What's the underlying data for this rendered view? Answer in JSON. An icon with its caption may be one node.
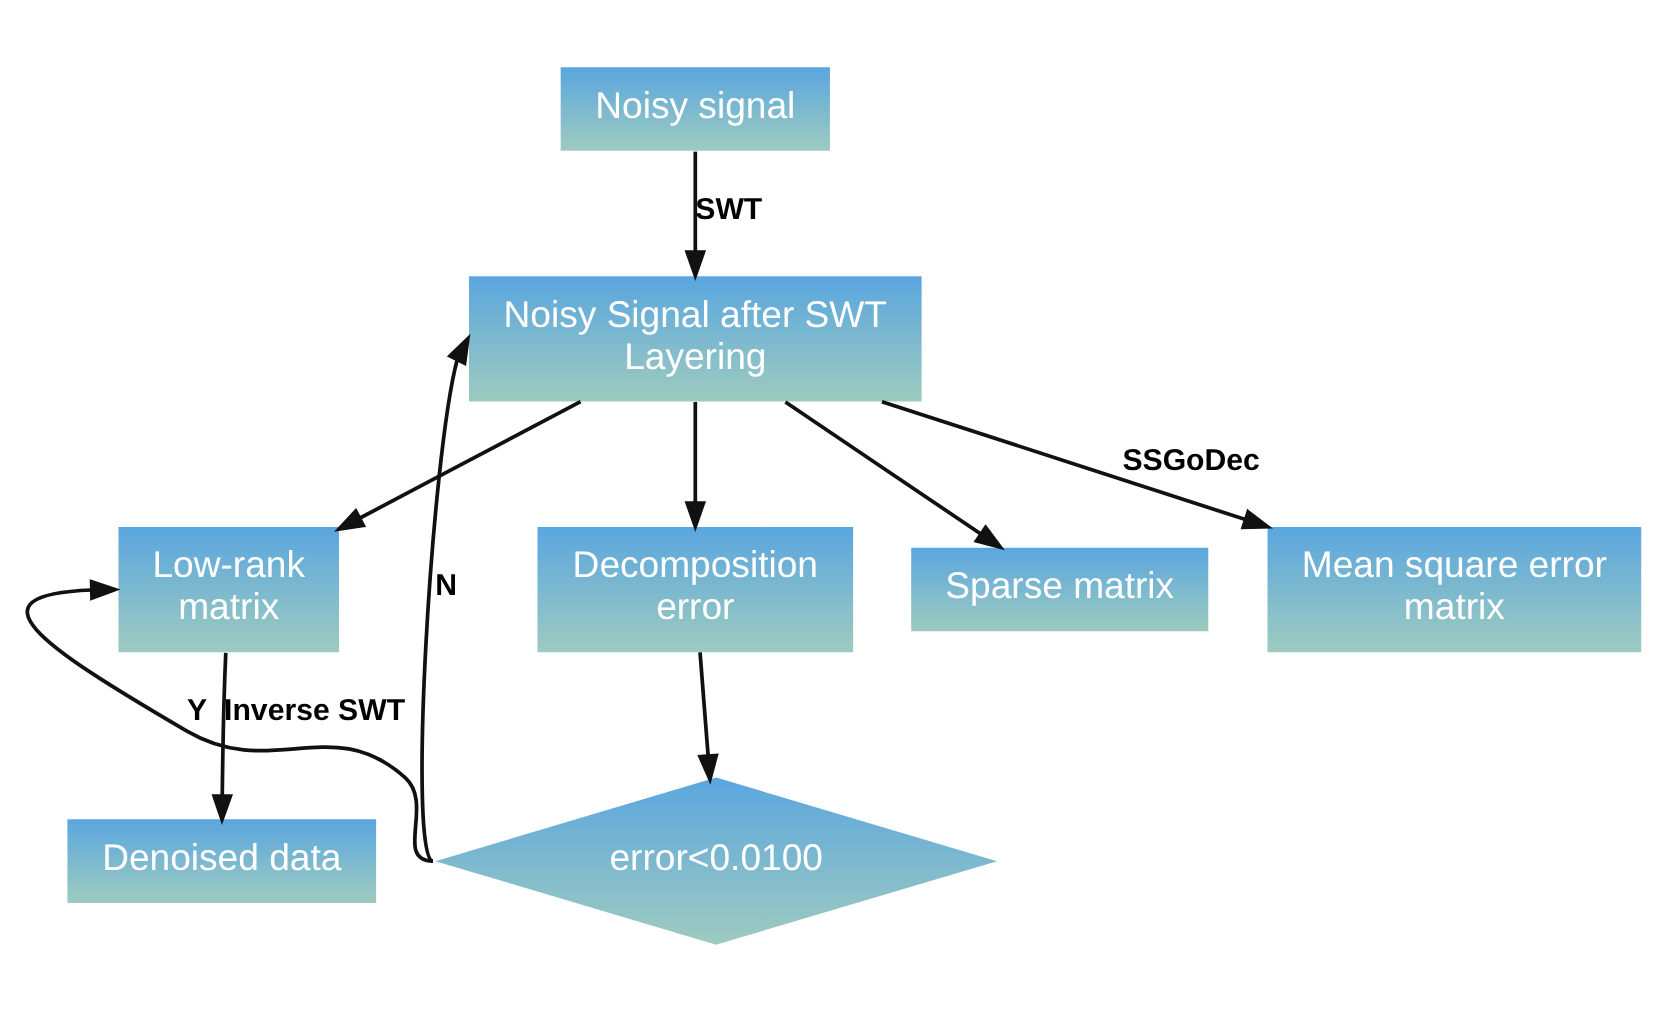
{
  "diagram": {
    "nodes": [
      {
        "text": [
          "Noisy signal"
        ]
      },
      {
        "text": [
          "Noisy Signal after SWT Layering"
        ]
      },
      {
        "text": [
          "Sparse matrix"
        ]
      },
      {
        "text": [
          "Decomposition error"
        ]
      },
      {
        "text": [
          "Mean square error matrix"
        ]
      },
      {
        "text": [
          "Low-rank matrix"
        ]
      },
      {
        "text": [
          "error<0.0100"
        ]
      },
      {
        "text": [
          "Denoised data"
        ]
      }
    ],
    "edges": [
      {
        "from": 0,
        "to": 1,
        "arrow": "to",
        "label": "SWT"
      },
      {
        "from": 1,
        "to": 2,
        "arrow": "to"
      },
      {
        "from": 1,
        "to": 3,
        "arrow": "to"
      },
      {
        "from": 1,
        "to": 4,
        "arrow": "to",
        "label": "SSGoDec"
      },
      {
        "from": 1,
        "to": 5,
        "arrow": "to"
      },
      {
        "from": 3,
        "to": 6,
        "arrow": "to"
      },
      {
        "from": 6,
        "to": 1,
        "arrow": "to",
        "label": "N"
      },
      {
        "from": 6,
        "to": 5,
        "arrow": "to",
        "label": "Y"
      },
      {
        "from": 5,
        "to": 7,
        "arrow": "to",
        "label": "Inverse SWT"
      }
    ]
  }
}
